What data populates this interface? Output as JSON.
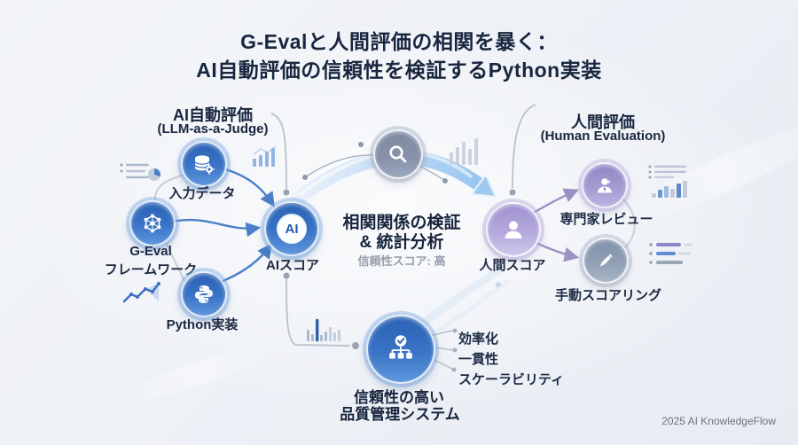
{
  "title": {
    "line1": "G-Evalと人間評価の相関を暴く：",
    "line2": "AI自動評価の信頼性を検証するPython実装"
  },
  "sections": {
    "left": {
      "title": "AI自動評価",
      "subtitle": "(LLM-as-a-Judge)"
    },
    "right": {
      "title": "人間評価",
      "subtitle": "(Human Evaluation)"
    }
  },
  "nodes": {
    "input_data": {
      "label": "入力データ"
    },
    "geval": {
      "label_line1": "G-Eval",
      "label_line2": "フレームワーク"
    },
    "python": {
      "label": "Python実装"
    },
    "ai_score": {
      "badge": "AI",
      "label": "AIスコア"
    },
    "human_score": {
      "label": "人間スコア"
    },
    "expert": {
      "label": "専門家レビュー"
    },
    "manual": {
      "label": "手動スコアリング"
    },
    "quality": {
      "label_line1": "信頼性の高い",
      "label_line2": "品質管理システム"
    }
  },
  "center": {
    "heading_line1": "相関関係の検証",
    "heading_line2": "& 統計分析",
    "note": "信頼性スコア: 高"
  },
  "bullets": [
    "効率化",
    "一貫性",
    "スケーラビリティ"
  ],
  "footer": {
    "credit": "2025 AI KnowledgeFlow"
  },
  "colors": {
    "title": "#18263f",
    "accent_blue": "#2e66b8",
    "accent_purple": "#a89bd6",
    "accent_slate": "#8590a8",
    "connector": "#b9c1ce",
    "note": "#98a0ab",
    "credit": "#6c7480",
    "background": "#eef1f6"
  }
}
